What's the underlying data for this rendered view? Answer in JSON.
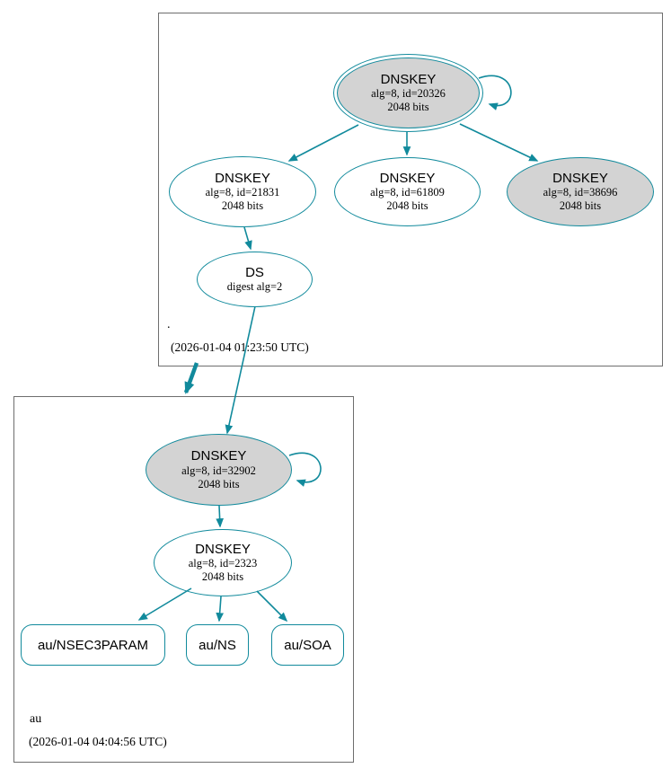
{
  "diagram_type": "dnssec-authentication-graph",
  "colors": {
    "edge": "#118a9c",
    "gray_fill": "#d3d3d3",
    "box_border": "#6e6e6e"
  },
  "zones": {
    "root": {
      "name": ".",
      "timestamp": "(2026-01-04 01:23:50 UTC)",
      "ksk": {
        "title": "DNSKEY",
        "detail": "alg=8, id=20326",
        "bits": "2048 bits"
      },
      "zsk1": {
        "title": "DNSKEY",
        "detail": "alg=8, id=21831",
        "bits": "2048 bits"
      },
      "zsk2": {
        "title": "DNSKEY",
        "detail": "alg=8, id=61809",
        "bits": "2048 bits"
      },
      "key3": {
        "title": "DNSKEY",
        "detail": "alg=8, id=38696",
        "bits": "2048 bits"
      },
      "ds": {
        "title": "DS",
        "detail": "digest alg=2"
      }
    },
    "au": {
      "name": "au",
      "timestamp": "(2026-01-04 04:04:56 UTC)",
      "ksk": {
        "title": "DNSKEY",
        "detail": "alg=8, id=32902",
        "bits": "2048 bits"
      },
      "zsk": {
        "title": "DNSKEY",
        "detail": "alg=8, id=2323",
        "bits": "2048 bits"
      },
      "rrsets": [
        {
          "label": "au/NSEC3PARAM"
        },
        {
          "label": "au/NS"
        },
        {
          "label": "au/SOA"
        }
      ]
    }
  }
}
